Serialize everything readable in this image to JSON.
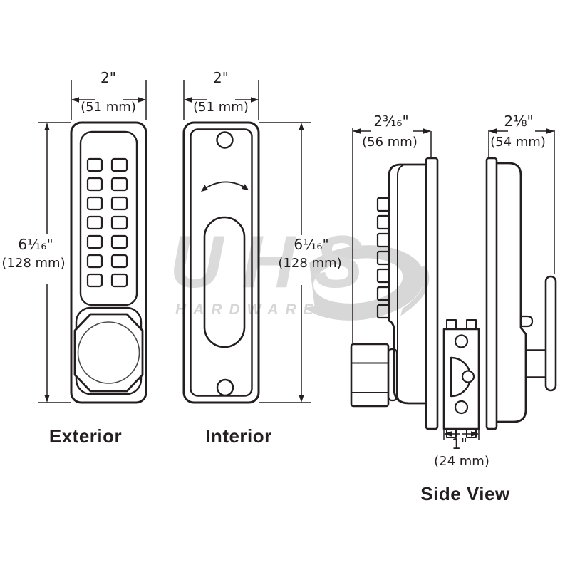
{
  "views": {
    "exterior": {
      "label": "Exterior"
    },
    "interior": {
      "label": "Interior"
    },
    "side": {
      "label": "Side View"
    }
  },
  "dimensions": {
    "exterior_width": {
      "imperial": "2\"",
      "metric": "(51 mm)"
    },
    "interior_width": {
      "imperial": "2\"",
      "metric": "(51 mm)"
    },
    "exterior_height": {
      "imperial": "6¹⁄₁₆\"",
      "metric": "(128 mm)"
    },
    "interior_height": {
      "imperial": "6¹⁄₁₆\"",
      "metric": "(128 mm)"
    },
    "side_front_depth": {
      "imperial": "2³⁄₁₆\"",
      "metric": "(56 mm)"
    },
    "side_back_depth": {
      "imperial": "2⅛\"",
      "metric": "(54 mm)"
    },
    "latch_width": {
      "imperial": "1\"",
      "metric": "(24 mm)"
    }
  },
  "watermark": {
    "brand": "UHS",
    "tagline": "HARDWARE"
  },
  "colors": {
    "line": "#231f20",
    "background": "#ffffff",
    "watermark": "#d9d9d9"
  }
}
